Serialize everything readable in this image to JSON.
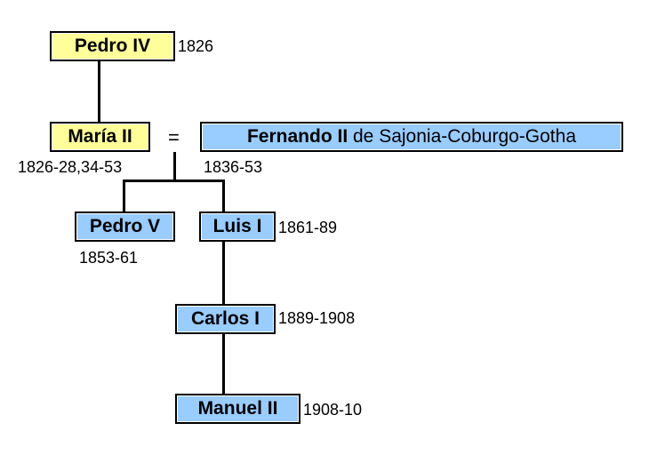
{
  "persons": [
    {
      "name": "Pedro IV",
      "reign": "1826"
    },
    {
      "name": "María II",
      "reign": "1826-28,34-53"
    },
    {
      "name": "Fernando II",
      "suffix": " de Sajonia-Coburgo-Gotha",
      "reign": "1836-53"
    },
    {
      "name": "Pedro V",
      "reign": "1853-61"
    },
    {
      "name": "Luis I",
      "reign": "1861-89"
    },
    {
      "name": "Carlos I",
      "reign": "1889-1908"
    },
    {
      "name": "Manuel II",
      "reign": "1908-10"
    }
  ],
  "marriage_symbol": "=",
  "colors": {
    "monarch_braganza": "#ffff99",
    "monarch_saxe": "#99ccff"
  }
}
